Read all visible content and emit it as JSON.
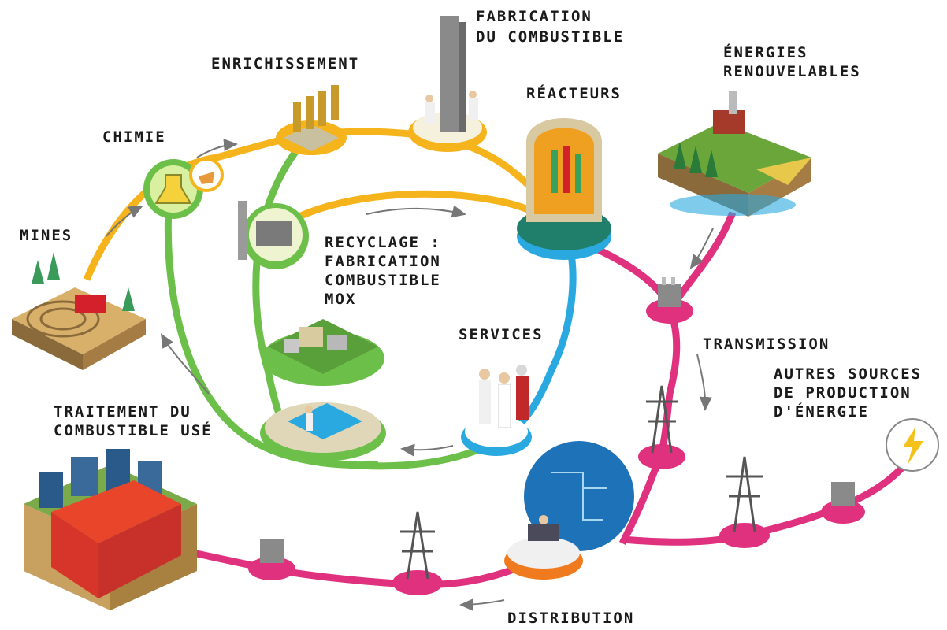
{
  "labels": {
    "fabrication_line1": "FABRICATION",
    "fabrication_line2": "DU COMBUSTIBLE",
    "enrichissement": "ENRICHISSEMENT",
    "energies_line1": "ÉNERGIES",
    "energies_line2": "RENOUVELABLES",
    "reacteurs": "RÉACTEURS",
    "chimie": "CHIMIE",
    "mines": "MINES",
    "recyclage_line1": "RECYCLAGE :",
    "recyclage_line2": "FABRICATION",
    "recyclage_line3": "COMBUSTIBLE",
    "recyclage_line4": "MOX",
    "services": "SERVICES",
    "transmission": "TRANSMISSION",
    "autres_line1": "AUTRES SOURCES",
    "autres_line2": "DE PRODUCTION",
    "autres_line3": "D'ÉNERGIE",
    "traitement_line1": "TRAITEMENT DU",
    "traitement_line2": "COMBUSTIBLE USÉ",
    "distribution": "DISTRIBUTION"
  },
  "colors": {
    "fuel_cycle": "#f5b41c",
    "recycling_loop": "#6cc04a",
    "services_loop": "#2aa9e0",
    "grid": "#e0317e",
    "arrow": "#777777"
  },
  "icons": [
    "mine-icon",
    "chemistry-flask-icon",
    "enrichment-centrifuge-icon",
    "fuel-fabrication-tower-icon",
    "reactor-icon",
    "renewable-landscape-icon",
    "mox-plant-icon",
    "facility-campus-icon",
    "spent-fuel-pool-icon",
    "service-workers-icon",
    "transformer-icon",
    "pylon-icon",
    "lightning-bolt-icon",
    "city-consumer-icon",
    "control-room-icon"
  ]
}
